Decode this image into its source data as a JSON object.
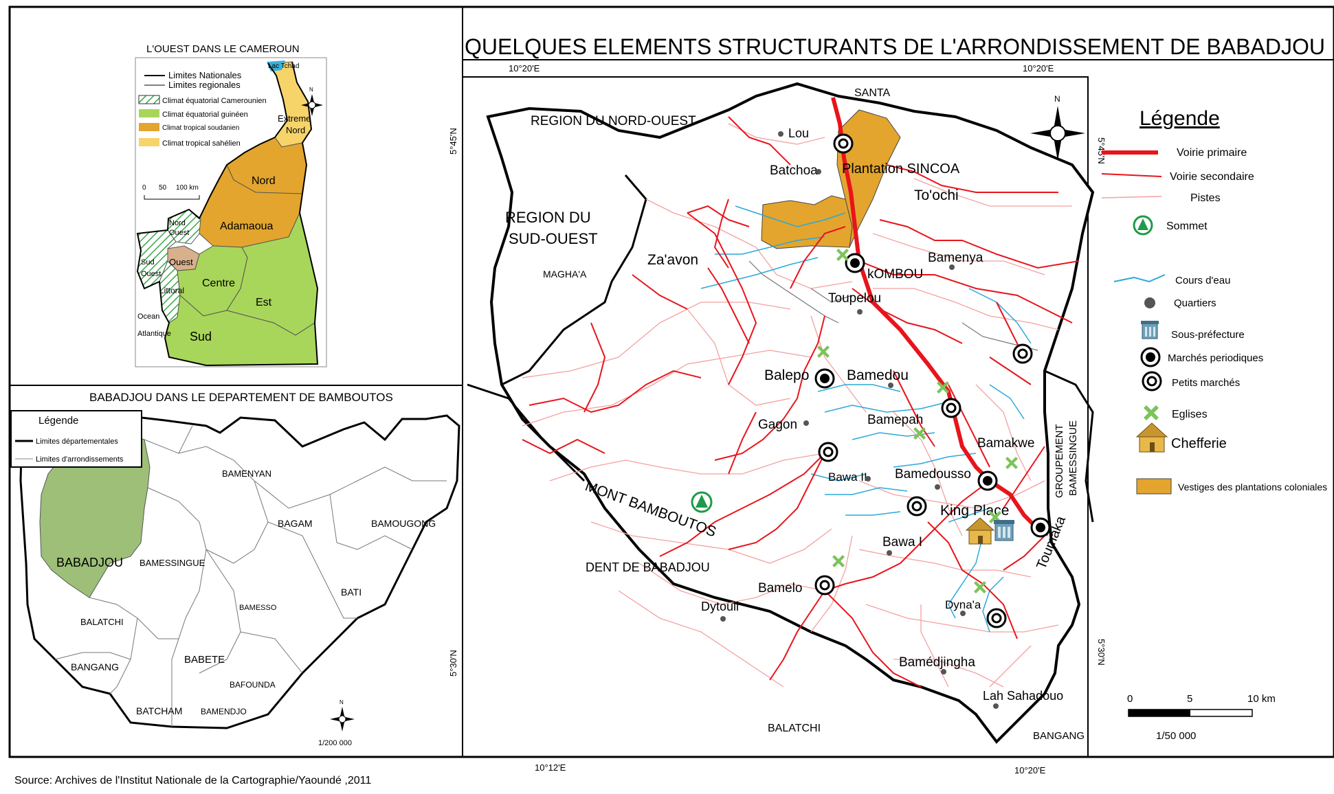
{
  "main_title": "QUELQUES ELEMENTS STRUCTURANTS DE L'ARRONDISSEMENT DE BABADJOU",
  "source": "Source: Archives de l'Institut Nationale de la Cartographie/Yaoundé ,2011",
  "coords": {
    "top_left": "10°20'E",
    "top_right": "10°20'E",
    "bottom_left": "10°12'E",
    "bottom_right": "10°20'E",
    "left_top": "5°45'N",
    "left_bottom": "5°30'N",
    "right_top": "5°45'N",
    "right_bottom": "5°30'N"
  },
  "inset_cameroon": {
    "title": "L'OUEST DANS LE CAMEROUN",
    "legend": [
      "Limites Nationales",
      "Limites regionales",
      "Climat équatorial Camerounien",
      "Climat équatorial guinéen",
      "Climat tropical soudanien",
      "Climat tropical sahélien"
    ],
    "scale": [
      "0",
      "50",
      "100 km"
    ],
    "regions": {
      "lac_tchad": "Lac Tchad",
      "extreme_nord_1": "Extreme",
      "extreme_nord_2": "Nord",
      "nord": "Nord",
      "adamaoua": "Adamaoua",
      "nord_ouest_1": "Nord",
      "nord_ouest_2": "Ouest",
      "ouest": "Ouest",
      "sud_ouest_1": "Sud",
      "sud_ouest_2": "Ouest",
      "littoral": "Littoral",
      "centre": "Centre",
      "est": "Est",
      "sud": "Sud",
      "ocean_1": "Ocean",
      "ocean_2": "Atlantique"
    },
    "north": "N"
  },
  "inset_department": {
    "title": "BABADJOU DANS LE DEPARTEMENT DE BAMBOUTOS",
    "legend_title": "Légende",
    "legend": [
      "Limites départementales",
      "Limites d'arrondissements"
    ],
    "places": {
      "babadjou": "BABADJOU",
      "bamenyan": "BAMENYAN",
      "bagam": "BAGAM",
      "bamougong": "BAMOUGONG",
      "bamessingue": "BAMESSINGUE",
      "bati": "BATI",
      "bamesso": "BAMESSO",
      "balatchi": "BALATCHI",
      "bangang": "BANGANG",
      "babete": "BABETE",
      "bafounda": "BAFOUNDA",
      "batcham": "BATCHAM",
      "bamendjo": "BAMENDJO"
    },
    "scale": "1/200 000",
    "north": "N"
  },
  "main_map": {
    "north": "N",
    "outside_labels": {
      "santa": "SANTA",
      "region_nord_ouest": "REGION DU NORD-OUEST",
      "region_sud_ouest_1": "REGION DU",
      "region_sud_ouest_2": "SUD-OUEST",
      "magha": "MAGHA'A",
      "balatchi": "BALATCHI",
      "bangang": "BANGANG",
      "groupement_1": "GROUPEMENT",
      "groupement_2": "BAMESSINGUE"
    },
    "places": {
      "lou": "Lou",
      "batchoa": "Batchoa",
      "plantation": "Plantation SINCOA",
      "tochi": "To'ochi",
      "zaavon": "Za'avon",
      "bamenya": "Bamenya",
      "kombou": "kOMBOU",
      "toupelou": "Toupelou",
      "balepo": "Balepo",
      "bamedou": "Bamedou",
      "gagon": "Gagon",
      "bamepah": "Bamepah",
      "bamakwe": "Bamakwe",
      "bawa2": "Bawa II",
      "bamedousso": "Bamedousso",
      "king_place": "King Place",
      "bawa1": "Bawa I",
      "toumaka": "Toumaka",
      "mont_bamboutos": "MONT BAMBOUTOS",
      "dent_babadjou": "DENT DE BABADJOU",
      "bamelo": "Bamelo",
      "dytouli": "Dytouli",
      "dynaa": "Dyna'a",
      "bamedjingha": "Bamédjingha",
      "lah_sahadouo": "Lah Sahadouo"
    }
  },
  "legend": {
    "title": "Légende",
    "items": [
      "Voirie primaire",
      "Voirie secondaire",
      "Pistes",
      "Sommet",
      "Cours d'eau",
      "Quartiers",
      "Sous-préfecture",
      "Marchés periodiques",
      "Petits marchés",
      "Eglises",
      "Chefferie",
      "Vestiges des plantations coloniales"
    ],
    "scale": [
      "0",
      "5",
      "10 km"
    ],
    "scale_ratio": "1/50 000"
  },
  "colors": {
    "road_primary": "#e8141b",
    "road_secondary": "#e8141b",
    "track": "#f4a0a0",
    "river": "#2aa8d8",
    "plantation": "#e3a52e",
    "summit": "#1f9a48",
    "church": "#7cc35a",
    "babadjou_fill": "#9dbf78",
    "equatorial_guinea": "#a8d65a",
    "soudanien": "#e3a52e",
    "sahelien": "#f6d46a",
    "ouest_fill": "#d9b08c",
    "lac_tchad": "#3ab0d8"
  }
}
